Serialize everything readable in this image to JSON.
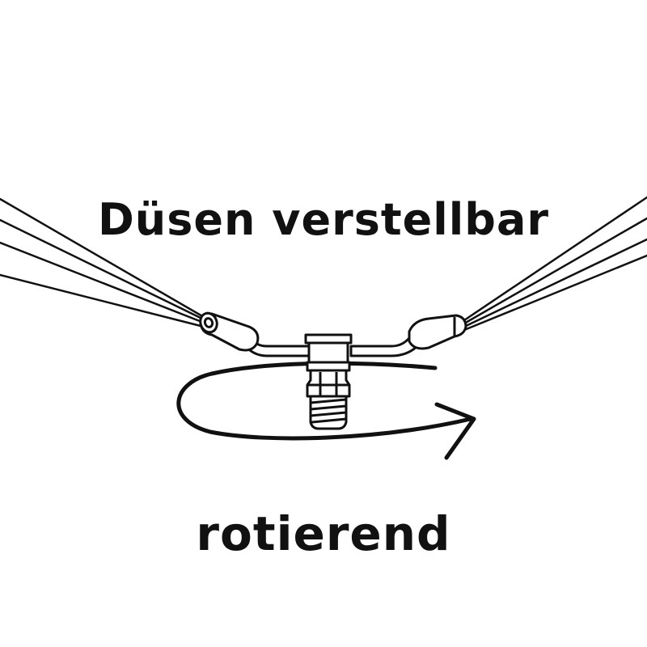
{
  "labels": {
    "top": "Düsen verstellbar",
    "bottom": "rotierend"
  },
  "colors": {
    "ink": "#111111",
    "background": "#ffffff"
  },
  "icons": [
    "spray-jets",
    "nozzle-head",
    "rotation-arrow"
  ]
}
